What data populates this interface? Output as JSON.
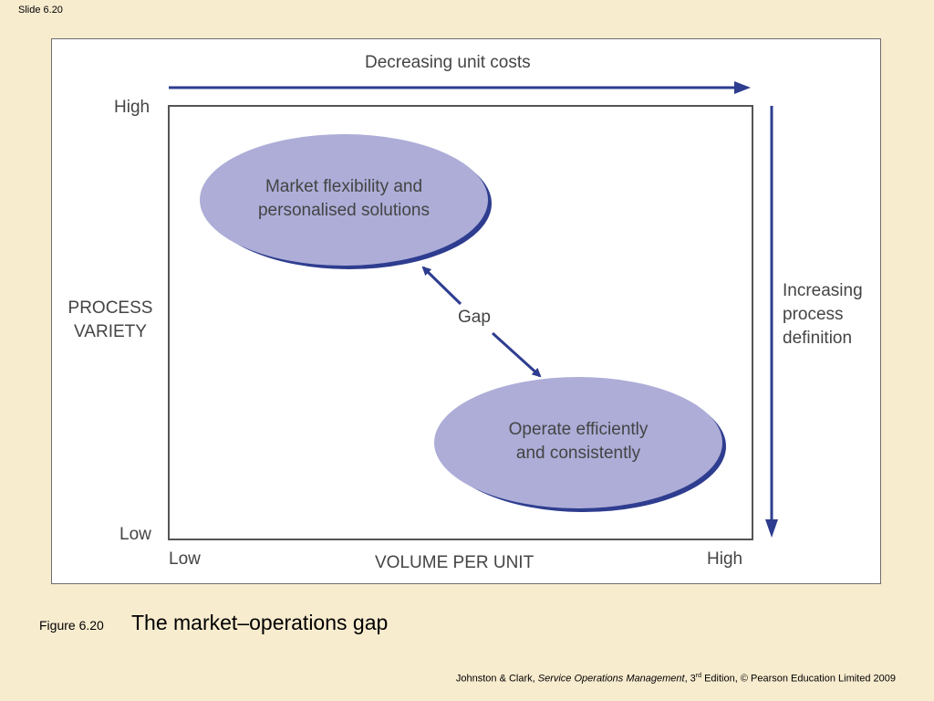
{
  "slide": {
    "number_label": "Slide 6.20"
  },
  "diagram": {
    "top_arrow_label": "Decreasing unit costs",
    "right_arrow_label": [
      "Increasing",
      "process",
      "definition"
    ],
    "y_axis": {
      "title": [
        "PROCESS",
        "VARIETY"
      ],
      "high": "High",
      "low": "Low"
    },
    "x_axis": {
      "title": "VOLUME PER UNIT",
      "low": "Low",
      "high": "High"
    },
    "ellipse_market": [
      "Market flexibility and",
      "personalised solutions"
    ],
    "ellipse_operations": [
      "Operate efficiently",
      "and consistently"
    ],
    "gap_label": "Gap",
    "colors": {
      "ellipse_fill": "#adadd8",
      "ellipse_edge": "#2e3d8f",
      "arrow": "#2e3d8f",
      "frame": "#555555"
    }
  },
  "caption": {
    "figure_number": "Figure 6.20",
    "title": "The market–operations gap"
  },
  "credit": {
    "authors": "Johnston & Clark, ",
    "book_title": "Service Operations Management",
    "edition_number": ", 3",
    "edition_suffix": "rd",
    "rest": " Edition, © Pearson Education Limited 2009"
  }
}
